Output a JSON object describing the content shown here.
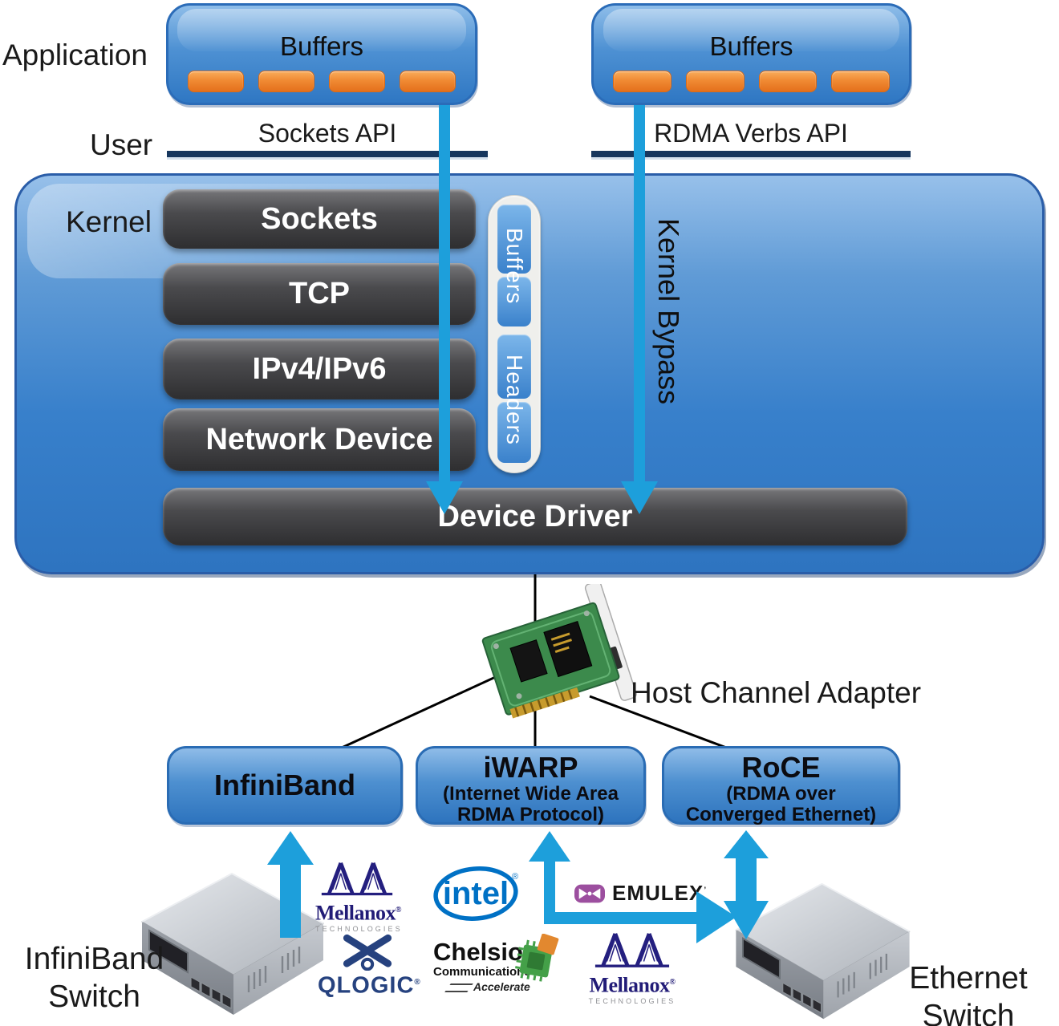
{
  "labels": {
    "application": "Application",
    "user": "User",
    "kernel": "Kernel",
    "kernel_bypass": "Kernel Bypass",
    "host_channel_adapter": "Host Channel Adapter"
  },
  "apis": {
    "sockets": {
      "label": "Sockets API"
    },
    "rdma": {
      "label": "RDMA Verbs API"
    }
  },
  "app_buffers": {
    "left": {
      "title": "Buffers",
      "slot_count": 4
    },
    "right": {
      "title": "Buffers",
      "slot_count": 4
    }
  },
  "kernel_stack": {
    "items": [
      "Sockets",
      "TCP",
      "IPv4/IPv6",
      "Network Device"
    ],
    "device_driver": "Device Driver"
  },
  "packet_pill": {
    "buffers": "Buffers",
    "headers": "Headers"
  },
  "protocols": {
    "infiniband": {
      "title": "InfiniBand"
    },
    "iwarp": {
      "title": "iWARP",
      "sub1": "(Internet Wide Area",
      "sub2": "RDMA Protocol)"
    },
    "roce": {
      "title": "RoCE",
      "sub1": "(RDMA over",
      "sub2": "Converged Ethernet)"
    }
  },
  "switches": {
    "left": {
      "line1": "InfiniBand",
      "line2": "Switch"
    },
    "right": {
      "line1": "Ethernet",
      "line2": "Switch"
    }
  },
  "vendors": {
    "mellanox_upper": {
      "name": "Mellanox",
      "reg": "®",
      "sub": "TECHNOLOGIES"
    },
    "qlogic": {
      "name": "QLOGIC",
      "reg": "®"
    },
    "intel": {
      "name": "intel",
      "reg": "®"
    },
    "chelsio": {
      "name": "Chelsio",
      "sub": "Communications",
      "tagline": "Accelerate"
    },
    "emulex": {
      "name": "EMULEX",
      "reg": "’"
    },
    "mellanox_lower": {
      "name": "Mellanox",
      "reg": "®",
      "sub": "TECHNOLOGIES"
    }
  },
  "colors": {
    "arrow_cyan": "#1D9FDB",
    "api_line_navy": "#17375E",
    "buffer_orange": "#EE8730",
    "kernel_blue": "#3880CB",
    "stack_gray": "#3A3A3C",
    "protocol_blue": "#4E90D0",
    "mellanox_purple": "#241F7F",
    "qlogic_navy": "#26427F",
    "intel_blue": "#0071C5",
    "chelsio_green": "#44A048",
    "emulex_purple": "#9C4F9F"
  }
}
